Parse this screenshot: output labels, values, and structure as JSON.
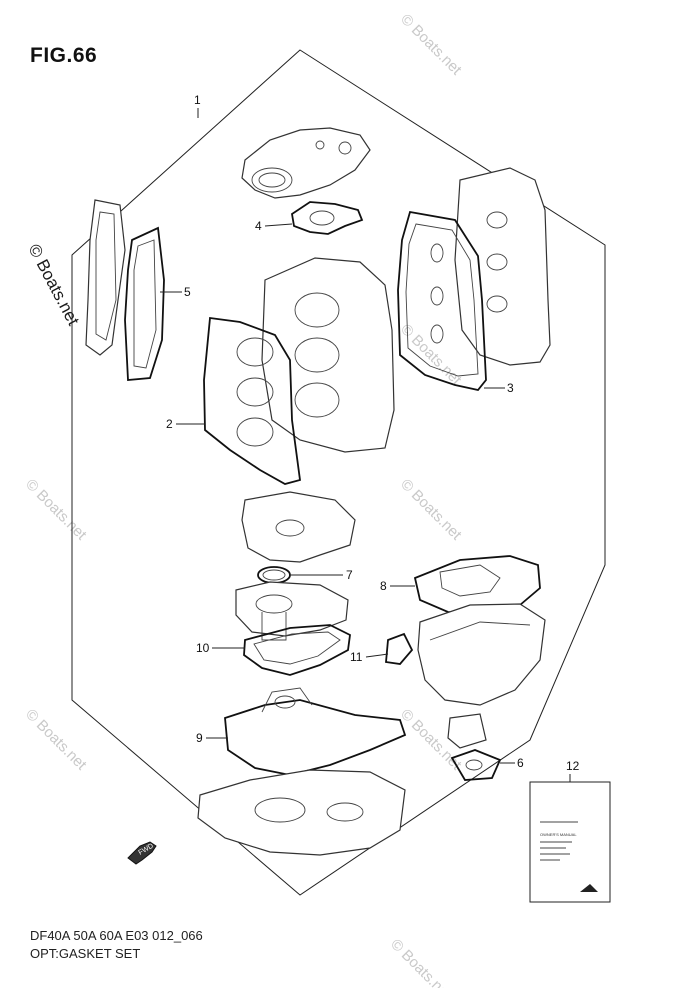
{
  "figure": {
    "title": "FIG.66",
    "footer_model": "DF40A 50A 60A E03 012_066",
    "footer_caption": "OPT:GASKET SET"
  },
  "watermark": {
    "text": "© Boats.net"
  },
  "callouts": [
    {
      "id": "1",
      "label": "1"
    },
    {
      "id": "2",
      "label": "2"
    },
    {
      "id": "3",
      "label": "3"
    },
    {
      "id": "4",
      "label": "4"
    },
    {
      "id": "5",
      "label": "5"
    },
    {
      "id": "6",
      "label": "6"
    },
    {
      "id": "7",
      "label": "7"
    },
    {
      "id": "8",
      "label": "8"
    },
    {
      "id": "9",
      "label": "9"
    },
    {
      "id": "10",
      "label": "10"
    },
    {
      "id": "11",
      "label": "11"
    },
    {
      "id": "12",
      "label": "12"
    }
  ],
  "manual": {
    "heading": "OWNER'S MANUAL"
  },
  "direction_arrow": {
    "label": "FWD"
  }
}
